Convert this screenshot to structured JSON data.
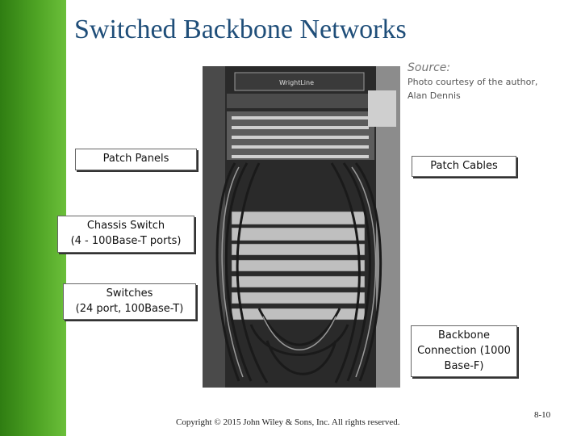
{
  "slide": {
    "title": "Switched Backbone Networks",
    "source": {
      "heading": "Source:",
      "line1": "Photo courtesy of the author,",
      "line2": "Alan Dennis"
    },
    "photo": {
      "rack_brand": "WrightLine"
    },
    "labels": {
      "patch_panels": "Patch Panels",
      "patch_cables": "Patch Cables",
      "chassis_switch_line1": "Chassis Switch",
      "chassis_switch_line2": "(4 - 100Base-T ports)",
      "switches_line1": "Switches",
      "switches_line2": "(24 port, 100Base-T)",
      "backbone_line1": "Backbone",
      "backbone_line2": "Connection (1000",
      "backbone_line3": "Base-F)"
    },
    "footer": "Copyright © 2015 John Wiley & Sons, Inc. All rights reserved.",
    "page_number": "8-10"
  },
  "colors": {
    "title": "#1f4e79",
    "sidebar": "#4ea324"
  }
}
